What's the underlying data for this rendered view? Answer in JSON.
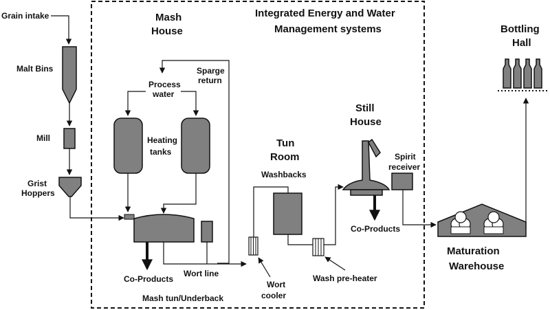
{
  "labels": {
    "grain_intake": "Grain intake",
    "malt_bins": "Malt Bins",
    "mill": "Mill",
    "grist": "Grist",
    "hoppers": "Hoppers",
    "mash": "Mash",
    "house": "House",
    "integrated_1": "Integrated Energy and Water",
    "integrated_2": "Management systems",
    "process": "Process",
    "water": "water",
    "sparge": "Sparge",
    "return": "return",
    "heating": "Heating",
    "tanks": "tanks",
    "co_products_left": "Co-Products",
    "wort_line": "Wort line",
    "mash_tun": "Mash tun/Underback",
    "tun": "Tun",
    "room": "Room",
    "washbacks": "Washbacks",
    "wort": "Wort",
    "cooler": "cooler",
    "wash_preheater": "Wash pre-heater",
    "still": "Still",
    "still_house": "House",
    "spirit": "Spirit",
    "receiver": "receiver",
    "co_products_right": "Co-Products",
    "bottling": "Bottling",
    "hall": "Hall",
    "maturation": "Maturation",
    "warehouse": "Warehouse"
  }
}
